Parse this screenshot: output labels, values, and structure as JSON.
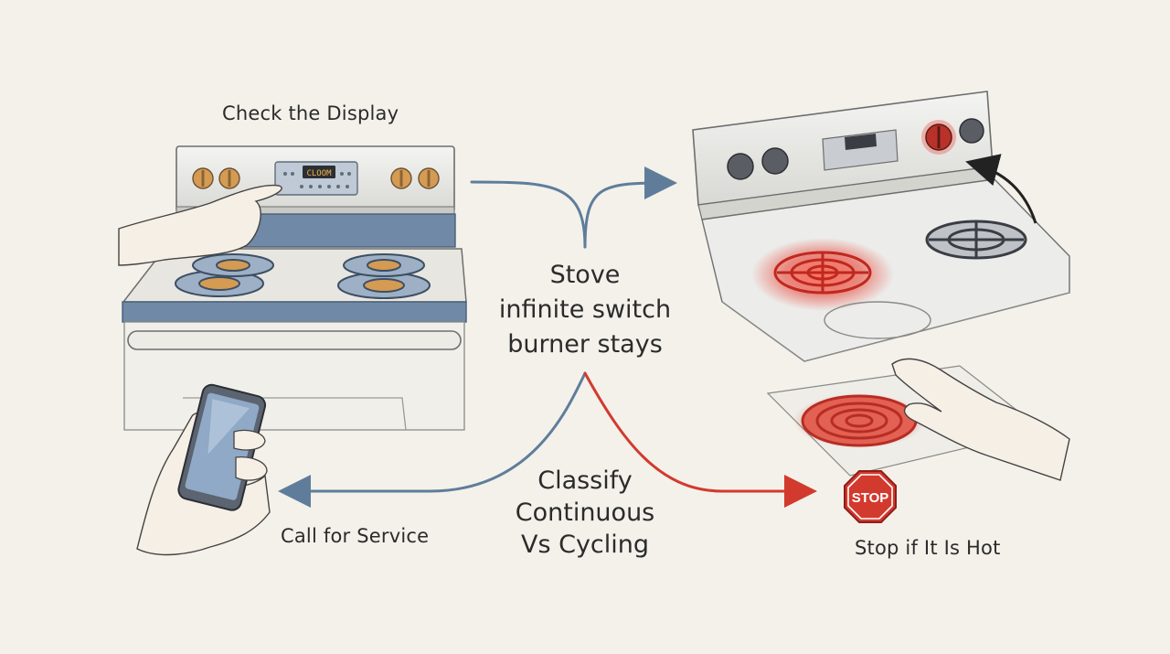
{
  "center_title": {
    "line1": "Stove",
    "line2": "infinite switch",
    "line3": "burner stays"
  },
  "steps": {
    "check_display": "Check the Display",
    "call_service": "Call for Service",
    "classify": {
      "line1": "Classify",
      "line2": "Continuous",
      "line3": "Vs Cycling"
    },
    "stop_hot": "Stop if It Is Hot"
  },
  "display_text": "CLOOM",
  "stop_sign_text": "STOP",
  "colors": {
    "background": "#f3f1ea",
    "blue_arrow": "#5f7d9b",
    "red_arrow": "#d23a2e",
    "hot_glow": "#e8473a",
    "knob_brass": "#d59b52"
  }
}
